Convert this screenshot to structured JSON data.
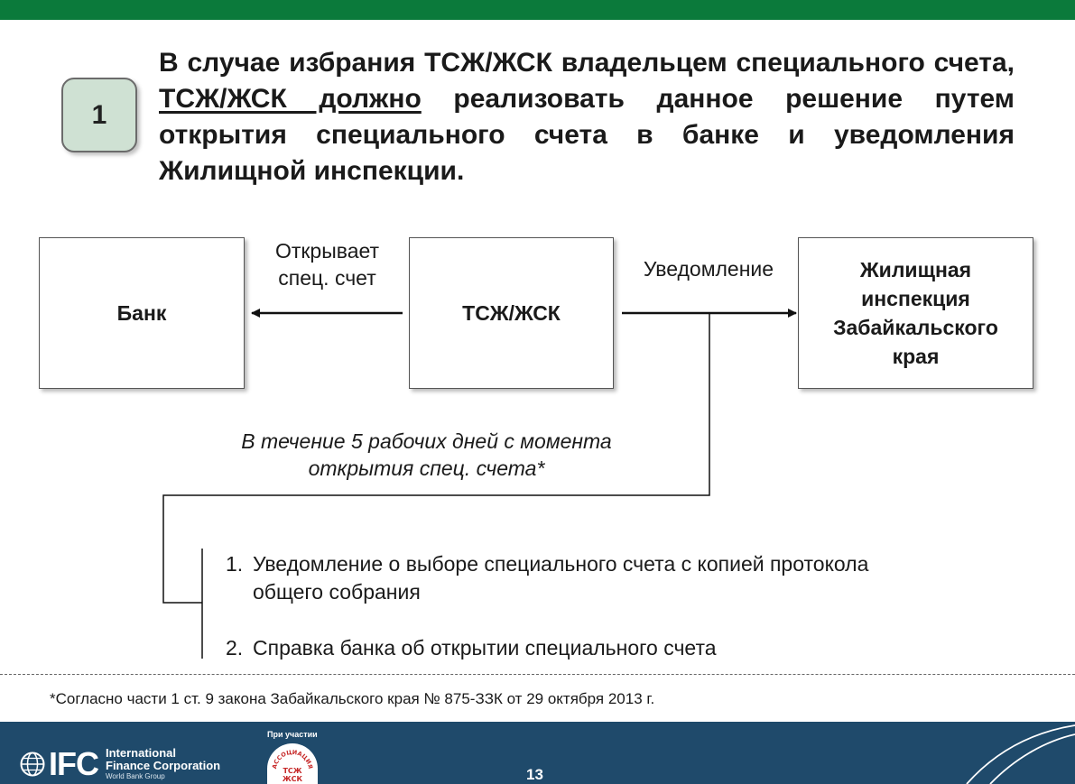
{
  "step": {
    "number": "1"
  },
  "heading": {
    "before": "В случае избрания ТСЖ/ЖСК владельцем специального счета, ",
    "underlined": "ТСЖ/ЖСК должно",
    "after": " реализовать данное решение путем открытия специального счета в банке и уведомления Жилищной инспекции."
  },
  "diagram": {
    "bank_box": "Банк",
    "tszh_box": "ТСЖ/ЖСК",
    "inspection_box": [
      "Жилищная",
      "инспекция",
      "Забайкальского",
      "края"
    ],
    "opens_label": [
      "Открывает",
      "спец. счет"
    ],
    "notification_label": "Уведомление",
    "deadline_label": [
      "В течение 5 рабочих дней с момента",
      "открытия спец. счета*"
    ]
  },
  "documents": [
    {
      "num": "1.",
      "lines": [
        "Уведомление о выборе специального счета с копией протокола",
        "общего собрания"
      ]
    },
    {
      "num": "2.",
      "lines": [
        "Справка банка об открытии специального счета"
      ]
    }
  ],
  "footnote": "*Согласно части 1 ст. 9 закона Забайкальского края № 875-ЗЗК от 29 октября 2013 г.",
  "footer": {
    "ifc_letters": "IFC",
    "ifc_line1": "International",
    "ifc_line2": "Finance Corporation",
    "ifc_line3": "World Bank Group",
    "partner_caption": "При участии",
    "partner_badge_top": "АССОЦИАЦИЯ",
    "partner_badge_main": "ТСЖ ЖСК",
    "page_number": "13"
  },
  "colors": {
    "top_bar": "#0b7a3b",
    "footer_bar": "#1f4a6b",
    "badge_fill": "#cfe1d3",
    "partner_red": "#c62828"
  }
}
